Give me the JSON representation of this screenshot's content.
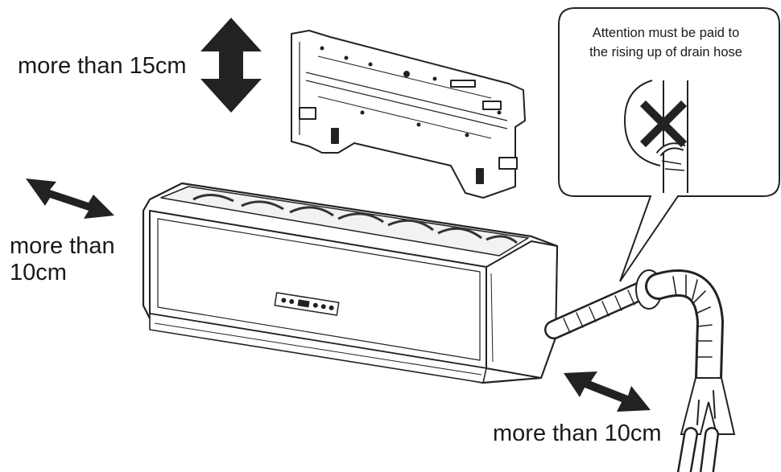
{
  "labels": {
    "top_clearance": "more than 15cm",
    "side_clearance_line1": "more than",
    "side_clearance_line2": "10cm",
    "bottom_clearance": "more than 10cm"
  },
  "callout": {
    "line1": "Attention must be paid to",
    "line2": "the rising up of drain hose"
  },
  "colors": {
    "ink": "#1a1a1a",
    "arrow": "#222222",
    "background": "#ffffff"
  }
}
